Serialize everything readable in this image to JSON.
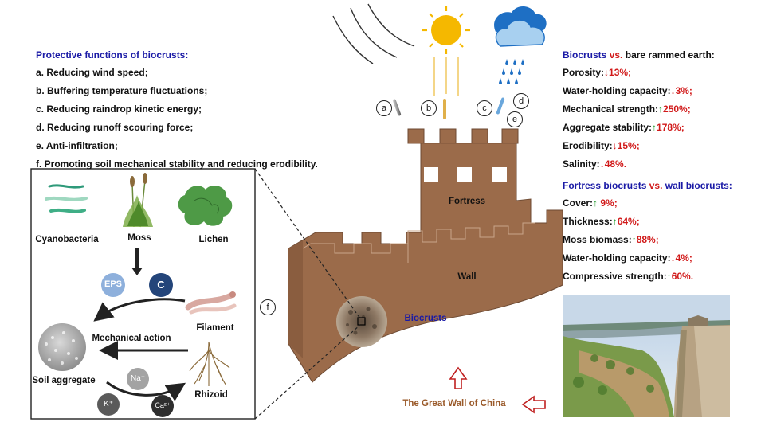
{
  "protective": {
    "title": "Protective functions of biocrusts:",
    "items": [
      "a. Reducing wind speed;",
      "b. Buffering temperature fluctuations;",
      "c. Reducing raindrop kinetic energy;",
      "d. Reducing runoff scouring force;",
      "e. Anti-infiltration;",
      "f. Promoting soil mechanical stability and reducing erodibility."
    ]
  },
  "inset": {
    "organisms": [
      "Cyanobacteria",
      "Moss",
      "Lichen"
    ],
    "eps": "EPS",
    "c": "C",
    "filament": "Filament",
    "mechanical": "Mechanical action",
    "soil_aggregate": "Soil aggregate",
    "rhizoid": "Rhizoid",
    "ions": [
      "Na⁺",
      "K⁺",
      "Ca²⁺"
    ]
  },
  "markers": [
    "a",
    "b",
    "c",
    "d",
    "e",
    "f"
  ],
  "wall": {
    "fortress": "Fortress",
    "wall": "Wall",
    "biocrusts": "Biocrusts",
    "great_wall": "The Great Wall of China"
  },
  "comparison1": {
    "title_a": "Biocrusts",
    "title_vs": "vs.",
    "title_b": "bare rammed earth:",
    "rows": [
      {
        "label": "Porosity:",
        "arrow": "↓",
        "dir": "down",
        "value": "13%;"
      },
      {
        "label": "Water-holding capacity:",
        "arrow": "↓",
        "dir": "down",
        "value": "3%;"
      },
      {
        "label": "Mechanical strength:",
        "arrow": "↑",
        "dir": "up",
        "value": "250%;"
      },
      {
        "label": "Aggregate stability:",
        "arrow": "↑",
        "dir": "up",
        "value": "178%;"
      },
      {
        "label": "Erodibility:",
        "arrow": "↓",
        "dir": "down",
        "value": "15%;"
      },
      {
        "label": "Salinity:",
        "arrow": "↓",
        "dir": "down",
        "value": "48%."
      }
    ]
  },
  "comparison2": {
    "title_a": "Fortress biocrusts",
    "title_vs": "vs.",
    "title_b": "wall biocrusts:",
    "rows": [
      {
        "label": "Cover:",
        "arrow": "↑",
        "dir": "up",
        "value": " 9%;"
      },
      {
        "label": "Thickness:",
        "arrow": "↑",
        "dir": "up",
        "value": "64%;"
      },
      {
        "label": "Moss biomass:",
        "arrow": "↑",
        "dir": "up",
        "value": "88%;"
      },
      {
        "label": "Water-holding capacity:",
        "arrow": "↓",
        "dir": "down",
        "value": "4%;"
      },
      {
        "label": "Compressive strength:",
        "arrow": "↑",
        "dir": "up",
        "value": "60%."
      }
    ]
  },
  "colors": {
    "navy": "#1a1aa6",
    "wall_face": "#9b6b4a",
    "wall_edge": "#7f5539",
    "red": "#d11a1a",
    "green": "#1e9a2a",
    "brown_text": "#9a5a2a",
    "sun": "#f5b800",
    "cloud": "#1e6fc4",
    "rain": "#1e6fc4"
  }
}
